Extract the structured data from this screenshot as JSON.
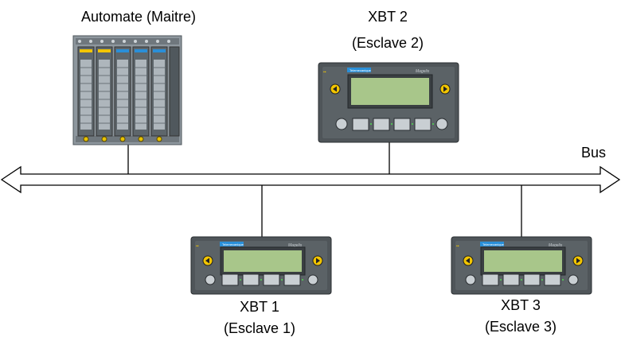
{
  "plc": {
    "label": "Automate (Maitre)"
  },
  "bus": {
    "label": "Bus"
  },
  "devices": [
    {
      "id": "xbt2",
      "line1": "XBT 2",
      "line2": "(Esclave 2)",
      "brand": "Telemecanique",
      "model": "Magelis"
    },
    {
      "id": "xbt1",
      "line1": "XBT 1",
      "line2": "(Esclave 1)",
      "brand": "Telemecanique",
      "model": "Magelis"
    },
    {
      "id": "xbt3",
      "line1": "XBT 3",
      "line2": "(Esclave 3)",
      "brand": "Telemecanique",
      "model": "Magelis"
    }
  ]
}
